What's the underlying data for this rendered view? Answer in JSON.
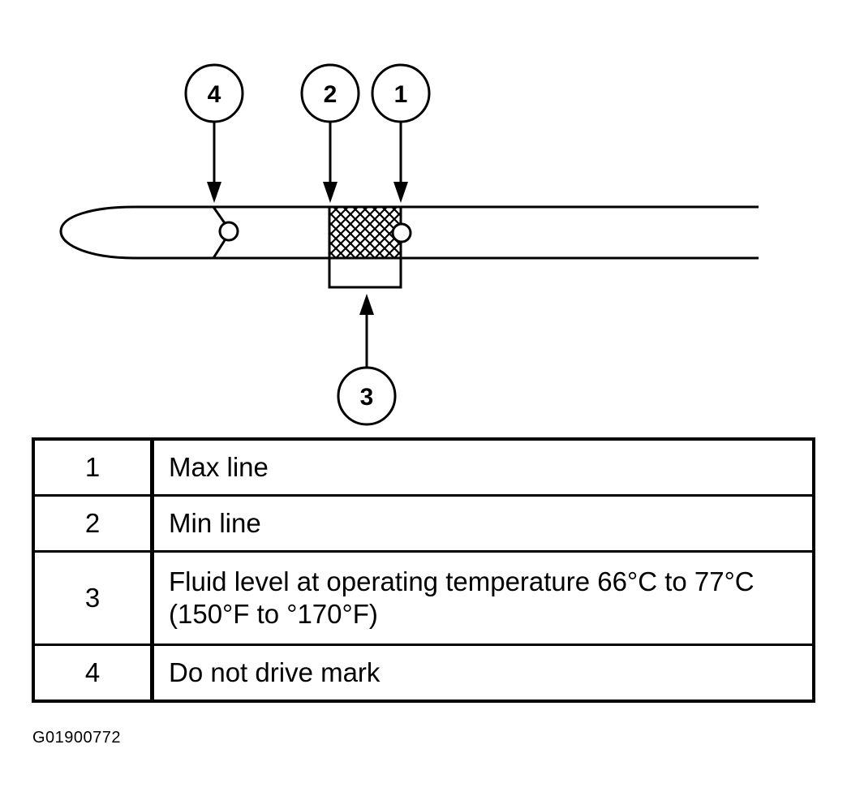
{
  "callouts": [
    {
      "number": "1",
      "description": "Max line"
    },
    {
      "number": "2",
      "description": "Min line"
    },
    {
      "number": "3",
      "description": "Fluid level at operating temperature 66°C to 77°C (150°F to °170°F)"
    },
    {
      "number": "4",
      "description": "Do not drive mark"
    }
  ],
  "figure_id": "G01900772"
}
